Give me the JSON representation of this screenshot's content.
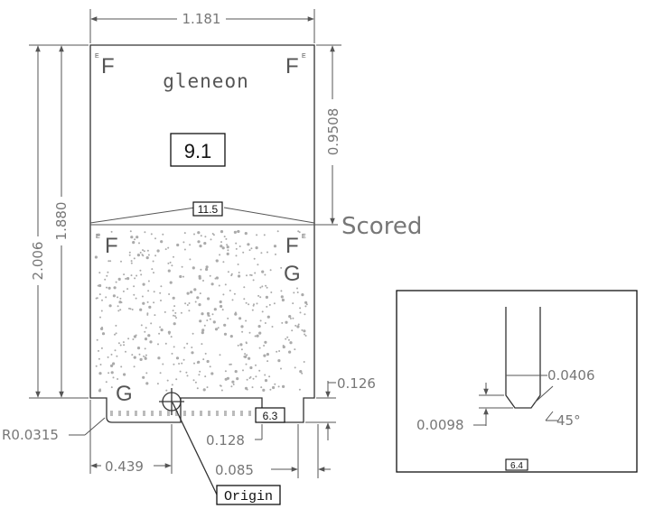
{
  "dimensions": {
    "width": "1.181",
    "height_top": "0.9508",
    "total_height": "2.006",
    "height_inner": "1.880",
    "notch_height": "0.126",
    "radius": "R0.0315",
    "notch_offset": "0.128",
    "left_offset": "0.439",
    "notch_width": "0.085"
  },
  "labels": {
    "scored": "Scored",
    "logo": "gleneon",
    "box_top": "9.1",
    "box_score": "11.5",
    "box_notch": "6.3",
    "origin": "Origin",
    "fiducial_f": "F",
    "fiducial_sup": "E",
    "fiducial_g": "G"
  },
  "detail": {
    "slot_width": "0.0406",
    "depth": "0.0098",
    "angle": "45°",
    "box_label": "6.4"
  }
}
